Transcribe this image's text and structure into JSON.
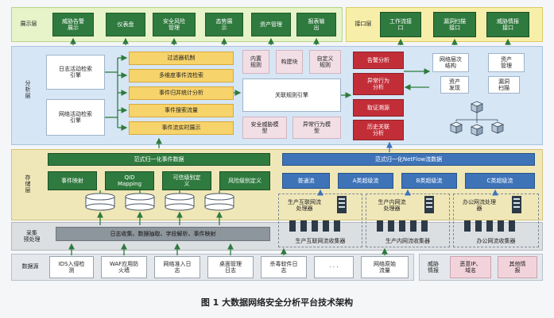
{
  "layers": {
    "display": "展示层",
    "interface": "接口层",
    "analysis": "分\n析\n层",
    "storage": "存\n储\n层",
    "collect": "采集\n预处理",
    "datasource": "数据源"
  },
  "display_items": [
    "威胁告警\n展示",
    "仪表盘",
    "安全风险\n管理",
    "态势展\n示",
    "资产管理",
    "报表输\n出"
  ],
  "interface_items": [
    "工作流接\n口",
    "漏洞扫描\n接口",
    "威胁情报\n接口"
  ],
  "engines": {
    "log": "日志活动检索\n引擎",
    "net": "网络活动检索\n引擎"
  },
  "yellow_items": [
    "过滤器机制",
    "多维度事件流检索",
    "事件归并统计分析",
    "事件搜索流量",
    "事件流实时展示"
  ],
  "pink_top": [
    "内置\n规则",
    "构建块",
    "自定义\n规则"
  ],
  "rule_engine": "关联规则引擎",
  "pink_bottom": [
    "安全威胁模\n型",
    "异常行为模\n型"
  ],
  "red_items": [
    "告警分析",
    "异常行为\n分析",
    "取证溯源",
    "历史关联\n分析"
  ],
  "right_analysis": [
    "网络层次\n结构",
    "资产\n管理",
    "资产\n发现",
    "漏洞\n扫描"
  ],
  "storage": {
    "left_title": "范式归一化事件数据",
    "right_title": "范式归一化NetFlow流数据",
    "left_items": [
      "事件映射",
      "QID\nMapping",
      "可信级别定\n义",
      "风险级别定义"
    ],
    "right_items": [
      "普通流",
      "A类超级流",
      "B类超级流",
      "C类超级流"
    ]
  },
  "collect_bar": "日志收集、数据抽取、字段解析、事件映射",
  "processors": [
    "生产互联网流\n处理器",
    "生产内网流\n处理器",
    "办公网流处理\n器"
  ],
  "collectors": [
    "生产互联网流收集器",
    "生产内网流收集器",
    "办公网流收集器"
  ],
  "sources": [
    "IDS入侵检\n测",
    "WAF应用防\n火墙",
    "网络准入日\n志",
    "桌面管理\n日志",
    "杀毒软件日\n志",
    "· · ·",
    "网络原始\n流量"
  ],
  "intel": {
    "label": "威胁\n情报",
    "items": [
      "恶意IP、\n域名",
      "其他情\n报"
    ]
  },
  "caption": "图 1 大数据网络安全分析平台技术架构"
}
